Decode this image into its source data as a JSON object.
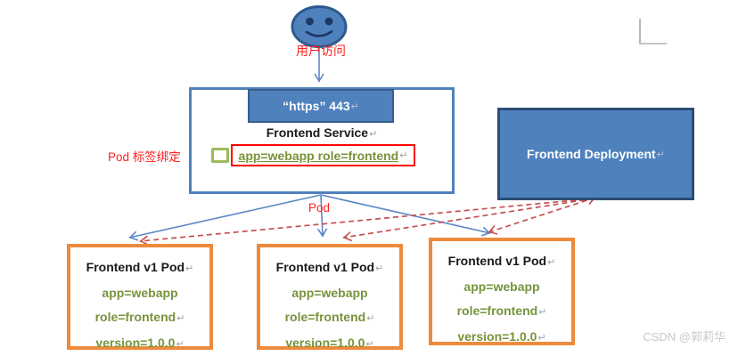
{
  "user": {
    "label": "用户访问"
  },
  "service": {
    "port": "“https” 443",
    "name": "Frontend Service",
    "selector": "app=webapp role=frontend",
    "binding_label": "Pod 标签绑定"
  },
  "deployment": {
    "name": "Frontend Deployment"
  },
  "pod_arrow_label": "Pod",
  "pods": [
    {
      "title": "Frontend v1 Pod",
      "label_app": "app=webapp",
      "label_role": "role=frontend",
      "label_version": "version=1.0.0"
    },
    {
      "title": "Frontend v1 Pod",
      "label_app": "app=webapp",
      "label_role": "role=frontend",
      "label_version": "version=1.0.0"
    },
    {
      "title": "Frontend v1 Pod",
      "label_app": "app=webapp",
      "label_role": "role=frontend",
      "label_version": "version=1.0.0"
    }
  ],
  "marks": {
    "line_break": "↵"
  },
  "watermark": "CSDN @郭莉华",
  "colors": {
    "box_blue_fill": "#4f81bd",
    "box_blue_border": "#385d8a",
    "deployment_border": "#2c4d75",
    "service_border": "#4f81bd",
    "pod_orange_border": "#ed8a3c",
    "green_text": "#77933c",
    "green_check_border": "#9bbb59",
    "selector_border_red": "#ff0000",
    "annotation_red": "#ff1f1f",
    "dashed_red": "#c75050",
    "line_blue": "#5b87c5",
    "watermark_gray": "#c9c9c9"
  }
}
